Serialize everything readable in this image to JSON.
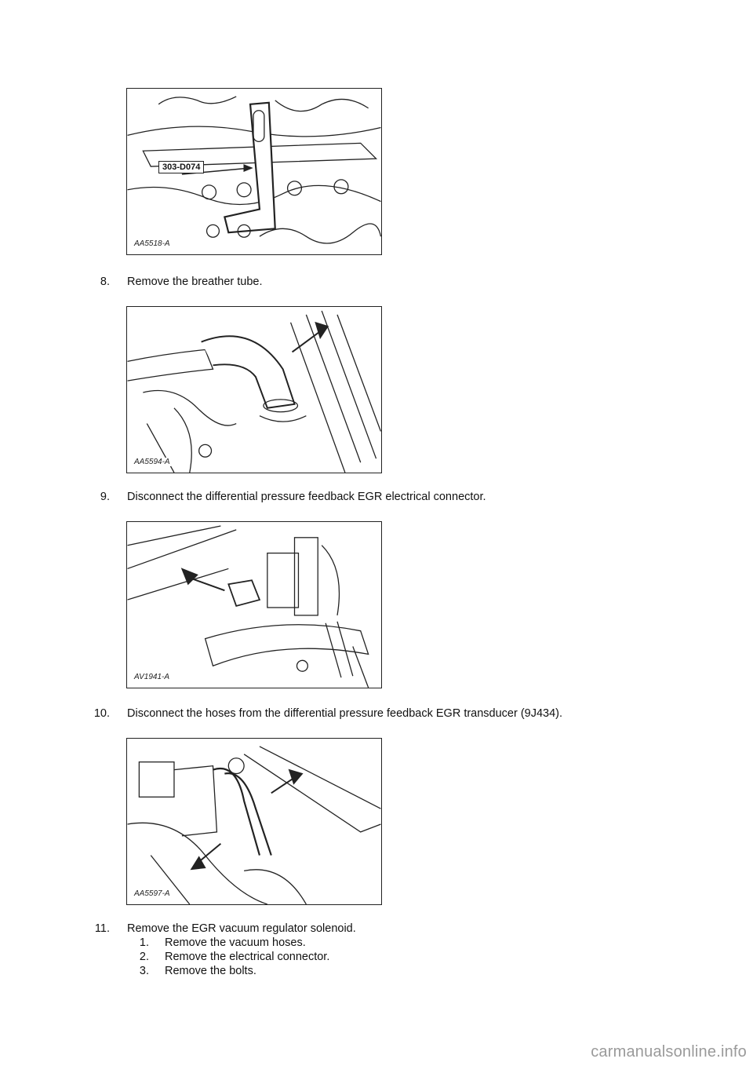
{
  "figures": [
    {
      "code": "AA5518-A",
      "callout": "303-D074"
    },
    {
      "code": "AA5594-A"
    },
    {
      "code": "AV1941-A"
    },
    {
      "code": "AA5597-A"
    }
  ],
  "steps": [
    {
      "number": "8.",
      "text": "Remove the breather tube."
    },
    {
      "number": "9.",
      "text": "Disconnect the differential pressure feedback EGR electrical connector."
    },
    {
      "number": "10.",
      "text": "Disconnect the hoses from the differential pressure feedback EGR transducer (9J434)."
    },
    {
      "number": "11.",
      "text": "Remove the EGR vacuum regulator solenoid."
    }
  ],
  "substeps": [
    {
      "number": "1.",
      "text": "Remove the vacuum hoses."
    },
    {
      "number": "2.",
      "text": "Remove the electrical connector."
    },
    {
      "number": "3.",
      "text": "Remove the bolts."
    }
  ],
  "watermark": "carmanualsonline.info"
}
